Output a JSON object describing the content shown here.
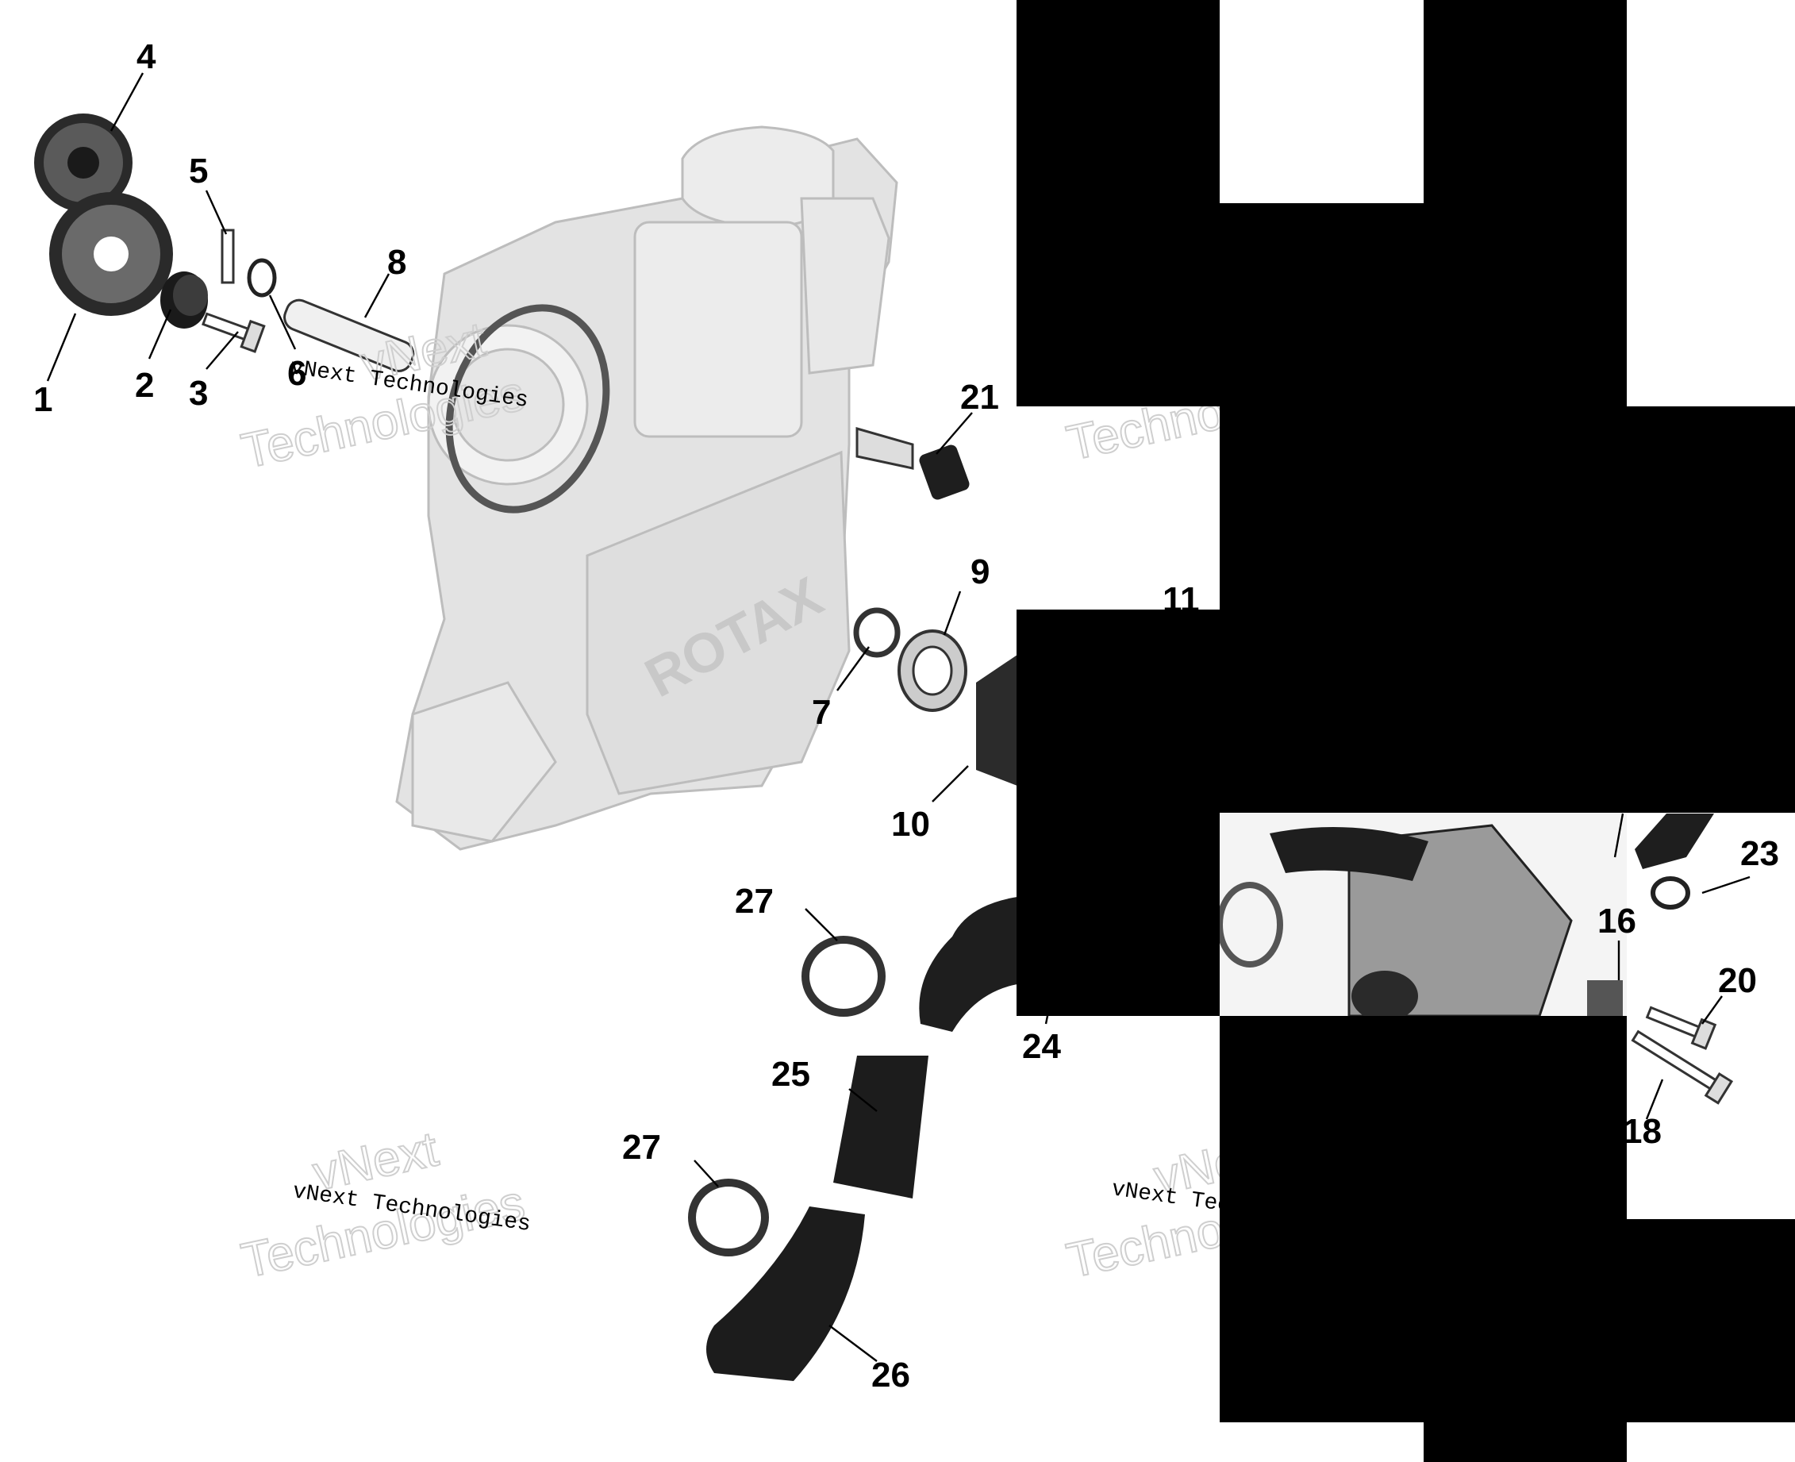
{
  "callouts": [
    "1",
    "2",
    "3",
    "4",
    "5",
    "6",
    "7",
    "8",
    "9",
    "10",
    "11",
    "16",
    "18",
    "20",
    "21",
    "23",
    "24",
    "25",
    "26",
    "27",
    "27"
  ],
  "watermark": {
    "small": "vNext Technologies",
    "big_line1": "vNext",
    "big_line2": "Technologies"
  },
  "engine_logo": "ROTAX",
  "colors": {
    "background": "#ffffff",
    "redaction": "#000000",
    "ghost_part": "#e3e3e3",
    "part_dark": "#1c1c1c"
  }
}
